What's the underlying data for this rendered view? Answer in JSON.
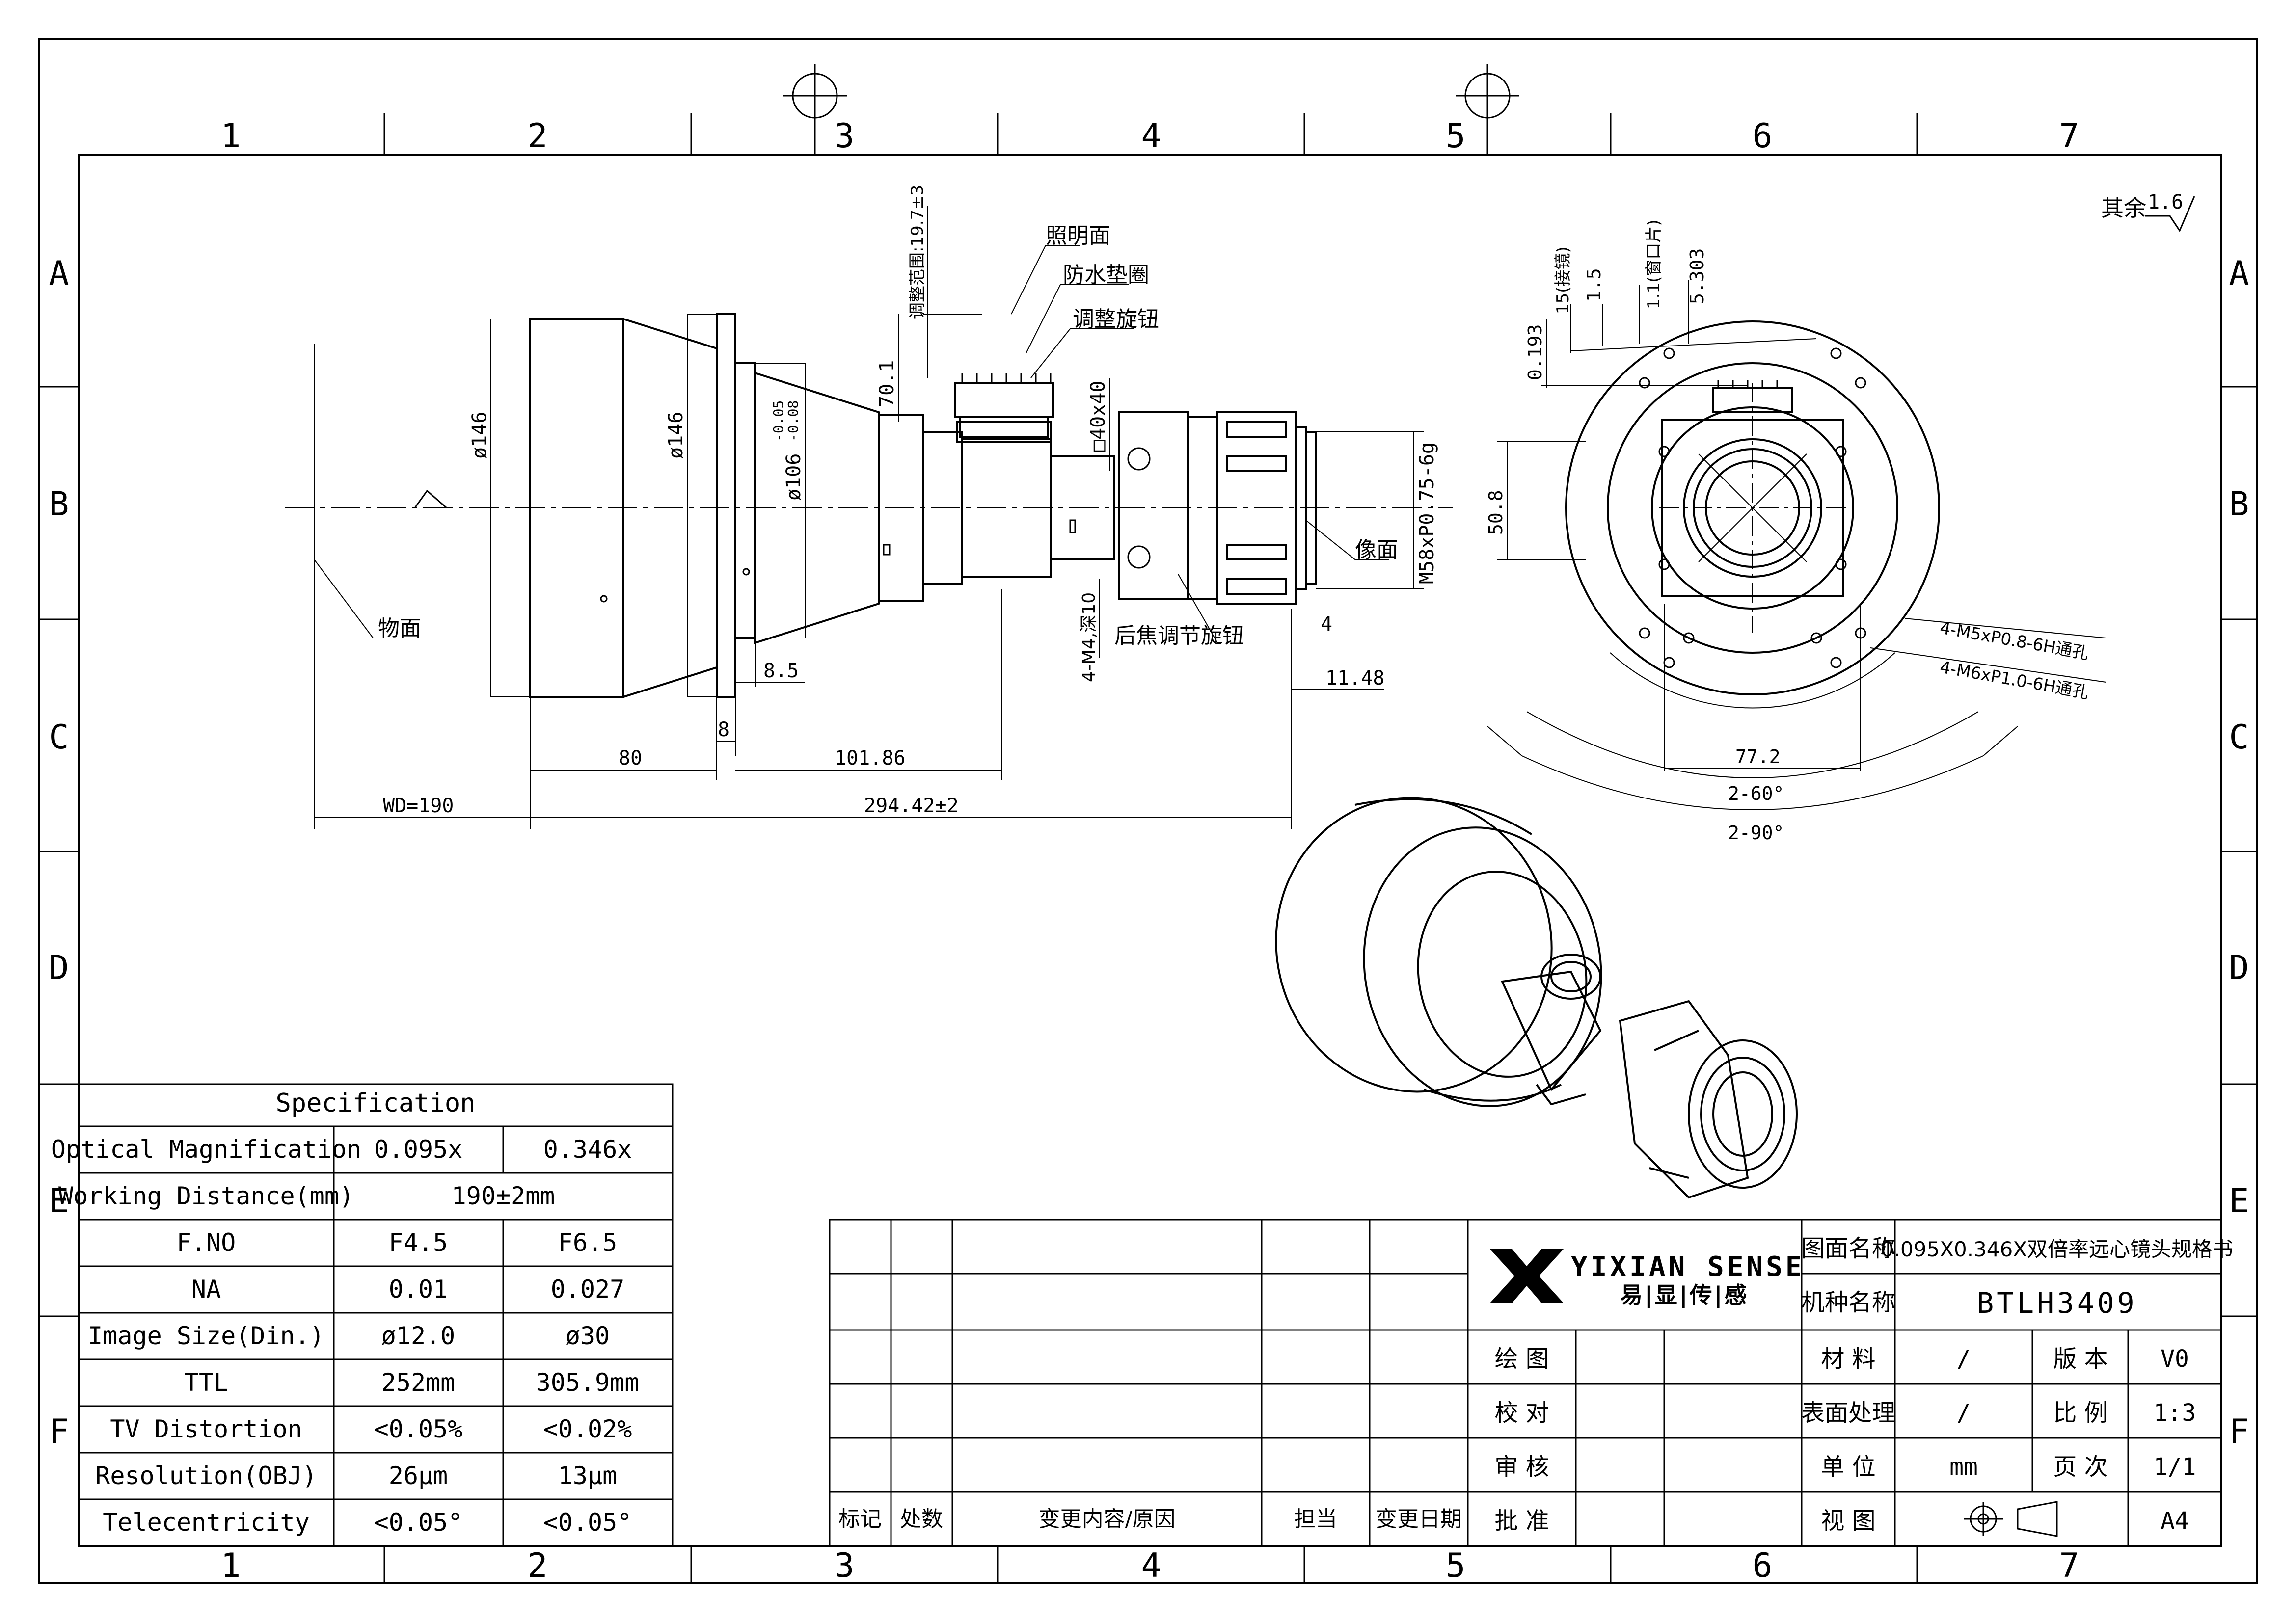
{
  "frame": {
    "columns": [
      "1",
      "2",
      "3",
      "4",
      "5",
      "6",
      "7"
    ],
    "rows": [
      "A",
      "B",
      "C",
      "D",
      "E",
      "F"
    ]
  },
  "roughness": {
    "prefix": "其余",
    "value": "1.6"
  },
  "front_view": {
    "dims": {
      "d146_left": "ø146",
      "d146_right": "ø146",
      "d106": "ø106",
      "d106_tol_upper": "-0.05",
      "d106_tol_lower": "-0.08",
      "adj_range": "调整范围:19.7±3",
      "h70_1": "70.1",
      "sq40": "□40x40",
      "m4": "4-M4,深10",
      "m58": "M58xP0.75-6g",
      "d8_5": "8.5",
      "d8": "8",
      "d80": "80",
      "d101_86": "101.86",
      "wd": "WD=190",
      "total": "294.42±2",
      "d4": "4",
      "d11_48": "11.48"
    },
    "labels": {
      "illum": "照明面",
      "waterproof": "防水垫圈",
      "adjust_knob": "调整旋钮",
      "object": "物面",
      "image": "像面",
      "back_focus": "后焦调节旋钮"
    }
  },
  "side_view": {
    "dims": {
      "d0_193": "0.193",
      "d15": "15(接镜)",
      "d1_5": "1.5",
      "d1_1": "1.1(窗口片)",
      "d5_303": "5.303",
      "d50_8": "50.8",
      "d77_2": "77.2",
      "a60": "2-60°",
      "a90": "2-90°",
      "m5": "4-M5xP0.8-6H通孔",
      "m6": "4-M6xP1.0-6H通孔"
    }
  },
  "spec": {
    "title": "Specification",
    "rows": [
      {
        "label": "Optical Magnification",
        "v1": "0.095x",
        "v2": "0.346x"
      },
      {
        "label": "Working Distance(mm)",
        "v1": "190±2mm",
        "v2": ""
      },
      {
        "label": "F.NO",
        "v1": "F4.5",
        "v2": "F6.5"
      },
      {
        "label": "NA",
        "v1": "0.01",
        "v2": "0.027"
      },
      {
        "label": "Image Size(Din.)",
        "v1": "ø12.0",
        "v2": "ø30"
      },
      {
        "label": "TTL",
        "v1": "252mm",
        "v2": "305.9mm"
      },
      {
        "label": "TV Distortion",
        "v1": "<0.05%",
        "v2": "<0.02%"
      },
      {
        "label": "Resolution(OBJ)",
        "v1": "26μm",
        "v2": "13μm"
      },
      {
        "label": "Telecentricity",
        "v1": "<0.05°",
        "v2": "<0.05°"
      }
    ]
  },
  "revision": {
    "headers": {
      "mark": "标记",
      "count": "处数",
      "content": "变更内容/原因",
      "owner": "担当",
      "date": "变更日期"
    }
  },
  "title_block": {
    "company_en": "YIXIAN SENSE",
    "company_cn": "易|显|传|感",
    "drawing_name_label": "图面名称",
    "drawing_name": "0.095X0.346X双倍率远心镜头规格书",
    "model_label": "机种名称",
    "model": "BTLH3409",
    "draw_label": "绘 图",
    "check_label": "校 对",
    "review_label": "审 核",
    "approve_label": "批 准",
    "material_label": "材 料",
    "material": "/",
    "version_label": "版 本",
    "version": "V0",
    "surface_label": "表面处理",
    "surface": "/",
    "scale_label": "比 例",
    "scale": "1:3",
    "unit_label": "单 位",
    "unit": "mm",
    "page_label": "页 次",
    "page": "1/1",
    "view_label": "视 图",
    "size": "A4"
  },
  "colors": {
    "line": "#000000",
    "background": "#ffffff"
  }
}
